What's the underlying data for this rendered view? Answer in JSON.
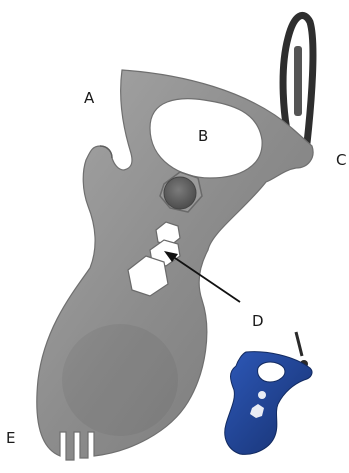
{
  "callouts": {
    "a": "A",
    "b": "B",
    "c": "C",
    "d": "D",
    "e": "E"
  },
  "colors": {
    "steel": "#8f8f8f",
    "steel_shadow": "#6f6f6f",
    "carabiner": "#2e2e2e",
    "blue_variant": "#1f3f8f",
    "background": "#ffffff",
    "label": "#1a1a1a"
  },
  "icons": {
    "main_tool": "spork-multitool-icon",
    "carabiner": "carabiner-clip-icon",
    "inset": "blue-spork-multitool-icon"
  }
}
